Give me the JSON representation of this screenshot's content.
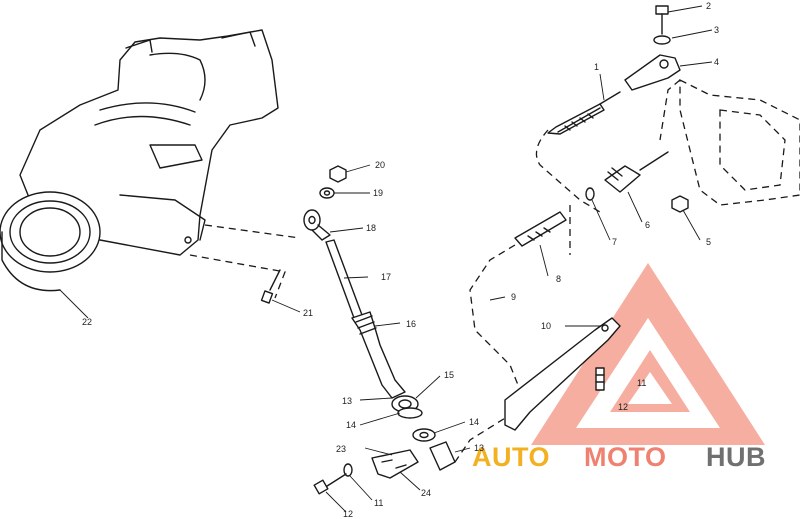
{
  "callouts": [
    {
      "id": "c1",
      "text": "1"
    },
    {
      "id": "c2",
      "text": "2"
    },
    {
      "id": "c3",
      "text": "3"
    },
    {
      "id": "c4",
      "text": "4"
    },
    {
      "id": "c5",
      "text": "5"
    },
    {
      "id": "c6",
      "text": "6"
    },
    {
      "id": "c7",
      "text": "7"
    },
    {
      "id": "c8",
      "text": "8"
    },
    {
      "id": "c9",
      "text": "9"
    },
    {
      "id": "c10",
      "text": "10"
    },
    {
      "id": "c11a",
      "text": "11"
    },
    {
      "id": "c12a",
      "text": "12"
    },
    {
      "id": "c13a",
      "text": "13"
    },
    {
      "id": "c14a",
      "text": "14"
    },
    {
      "id": "c15",
      "text": "15"
    },
    {
      "id": "c14b",
      "text": "14"
    },
    {
      "id": "c13b",
      "text": "13"
    },
    {
      "id": "c16",
      "text": "16"
    },
    {
      "id": "c17",
      "text": "17"
    },
    {
      "id": "c18",
      "text": "18"
    },
    {
      "id": "c19",
      "text": "19"
    },
    {
      "id": "c20",
      "text": "20"
    },
    {
      "id": "c21",
      "text": "21"
    },
    {
      "id": "c22",
      "text": "22"
    },
    {
      "id": "c23",
      "text": "23"
    },
    {
      "id": "c24",
      "text": "24"
    },
    {
      "id": "c11b",
      "text": "11"
    },
    {
      "id": "c12b",
      "text": "12"
    }
  ],
  "watermark": {
    "word1": "AUTO",
    "word2": "MOTO",
    "word3": "HUB",
    "color_accent": "#f08070",
    "color_dark": "#707070"
  }
}
